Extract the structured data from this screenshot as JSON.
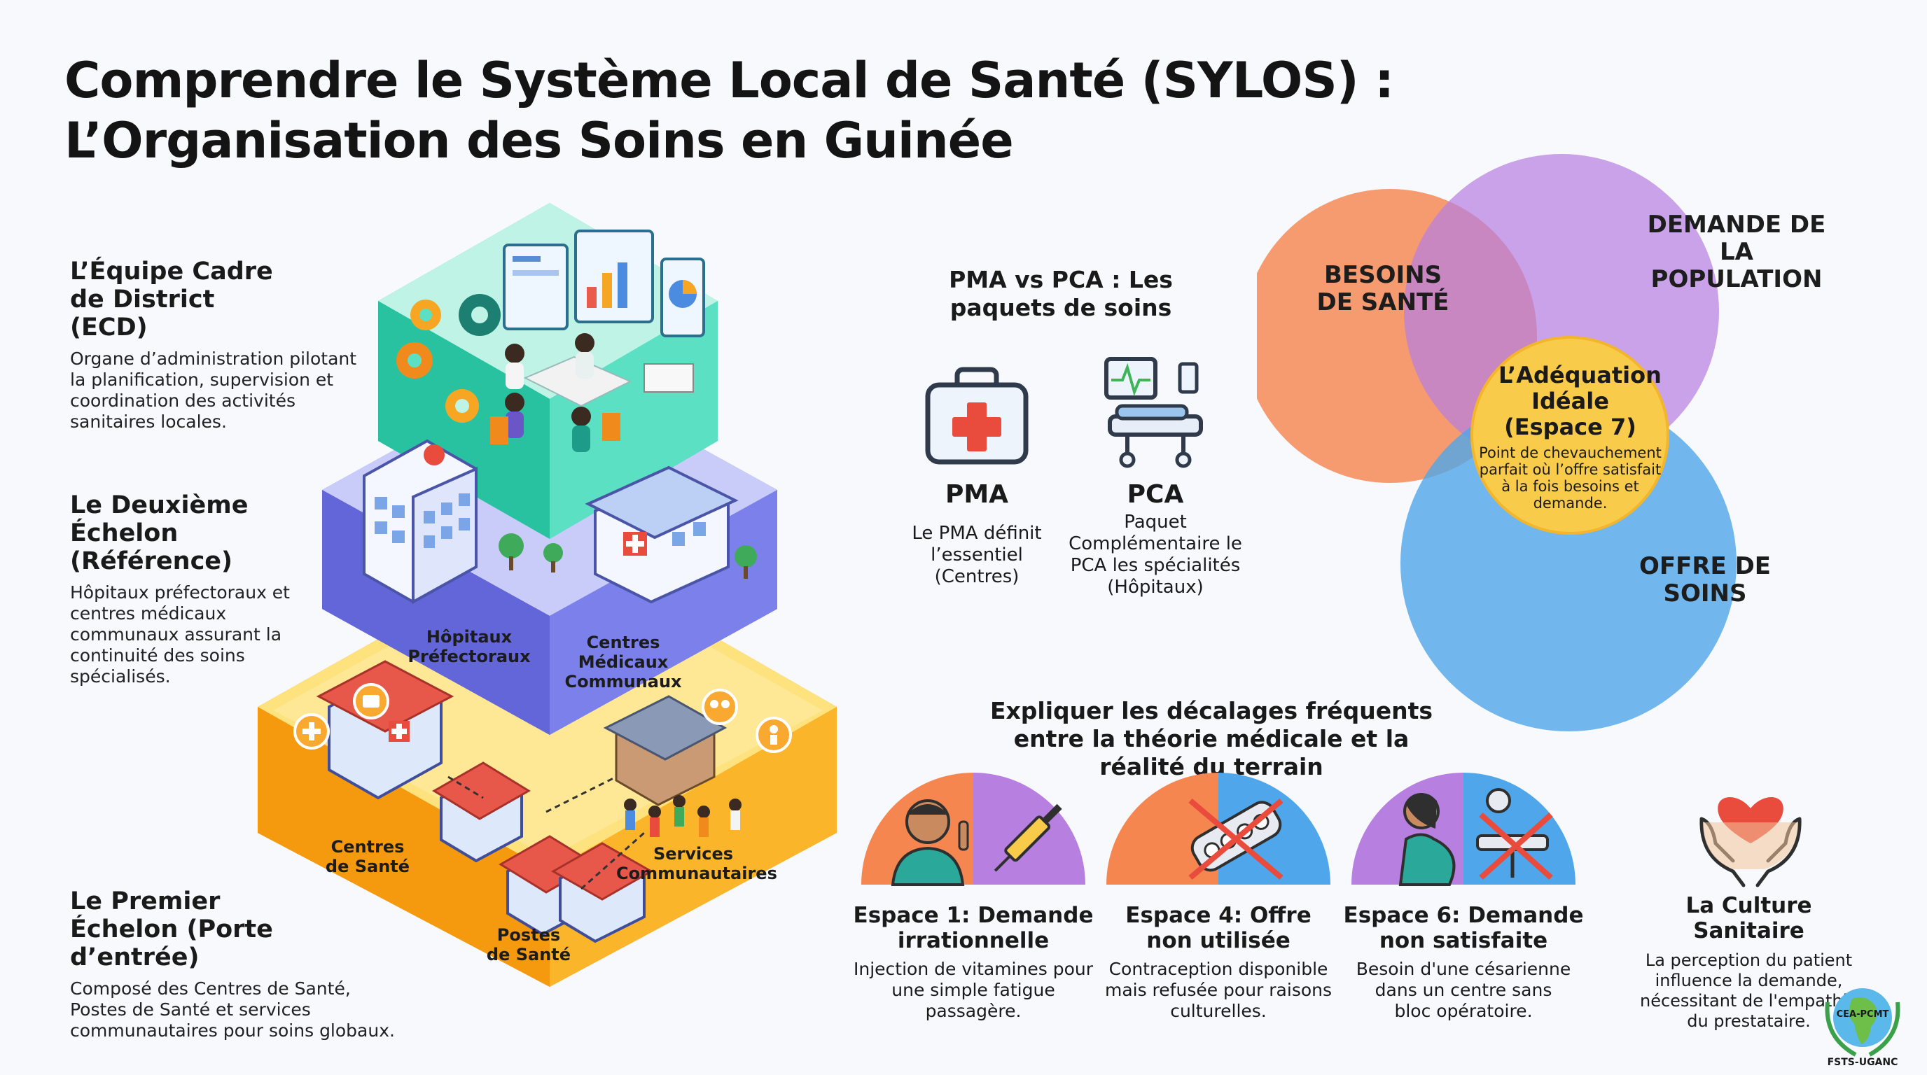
{
  "title": {
    "line1": "Comprendre le Système Local de Santé (SYLOS) :",
    "line2": "L’Organisation des Soins en Guinée"
  },
  "levels": {
    "ecd": {
      "title": "L’Équipe Cadre de District (ECD)",
      "desc": "Organe d’administration pilotant la planification, supervision et coordination des activités sanitaires locales."
    },
    "second": {
      "title": "Le Deuxième Échelon (Référence)",
      "desc": "Hôpitaux préfectoraux et centres médicaux communaux assurant la continuité des soins spécialisés."
    },
    "first": {
      "title": "Le Premier Échelon (Porte d’entrée)",
      "desc": "Composé des Centres de Santé, Postes de Santé et services communautaires pour soins globaux."
    }
  },
  "iso_labels": {
    "hopitaux": "Hôpitaux Préfectoraux",
    "cmc": "Centres Médicaux Communaux",
    "centres": "Centres de Santé",
    "postes": "Postes de Santé",
    "services": "Services Communautaires"
  },
  "packages": {
    "heading": "PMA vs PCA : Les paquets de soins",
    "pma": {
      "name": "PMA",
      "desc": "Le PMA définit l’essentiel (Centres)"
    },
    "pca": {
      "name": "PCA",
      "desc": "Paquet Complémentaire le PCA les spécialités (Hôpitaux)"
    }
  },
  "venn": {
    "besoins": "BESOINS DE SANTÉ",
    "demande": "DEMANDE DE LA POPULATION",
    "offre": "OFFRE DE SOINS",
    "ideal_title": "L’Adéquation Idéale (Espace 7)",
    "ideal_desc": "Point de chevauchement parfait où l’offre satisfait à la fois besoins et demande.",
    "colors": {
      "besoins": "#f5864f",
      "demande": "#b77fe0",
      "offre": "#4fa6ea",
      "ideal": "#f9cb4a"
    }
  },
  "gaps": {
    "heading": "Expliquer les décalages fréquents entre la théorie médicale et la réalité du terrain",
    "items": [
      {
        "title": "Espace 1: Demande irrationnelle",
        "desc": "Injection de vitamines pour une simple fatigue passagère."
      },
      {
        "title": "Espace 4: Offre non utilisée",
        "desc": "Contraception disponible mais refusée pour raisons culturelles."
      },
      {
        "title": "Espace 6: Demande non satisfaite",
        "desc": "Besoin d'une césarienne dans un centre sans bloc opératoire."
      }
    ]
  },
  "culture": {
    "title": "La Culture Sanitaire",
    "desc": "La perception du patient influence la demande, nécessitant de l'empathie du prestataire."
  },
  "logo": {
    "top": "CEA-PCMT",
    "bottom": "FSTS-UGANC"
  }
}
